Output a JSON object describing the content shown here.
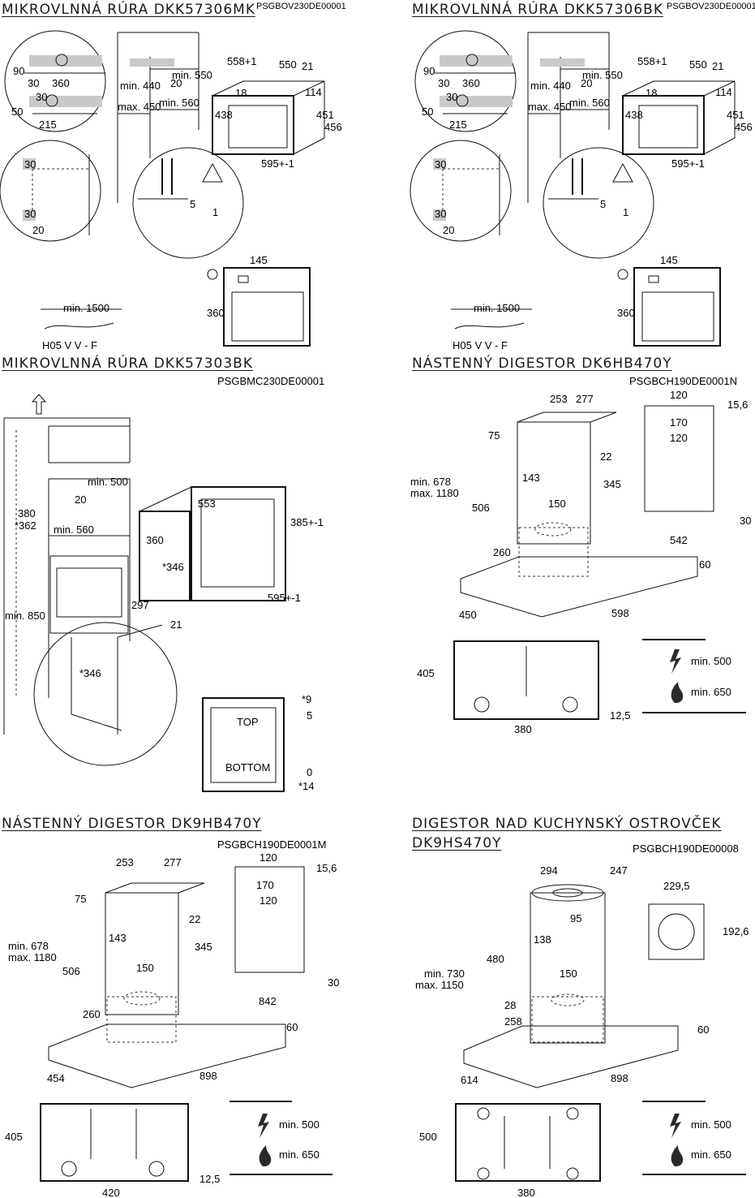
{
  "panels": [
    {
      "title": "MIKROVLNNÁ RÚRA DKK57306MK",
      "code": "PSGBOV230DE00001",
      "dims": [
        "90",
        "30",
        "360",
        "30",
        "50",
        "215",
        "30",
        "30",
        "20",
        "min. 440",
        "max. 450",
        "min. 550",
        "20",
        "min. 560",
        "558+1",
        "550",
        "21",
        "18",
        "114",
        "438",
        "451",
        "456",
        "595+-1",
        "5",
        "1",
        "145",
        "360",
        "min. 1500"
      ],
      "cable": "H05 V V - F"
    },
    {
      "title": "MIKROVLNNÁ RÚRA DKK57306BK",
      "code": "PSGBOV230DE00001",
      "dims": [
        "90",
        "30",
        "360",
        "30",
        "50",
        "215",
        "30",
        "30",
        "20",
        "min. 440",
        "max. 450",
        "min. 550",
        "20",
        "min. 560",
        "558+1",
        "550",
        "21",
        "18",
        "114",
        "438",
        "451",
        "456",
        "595+-1",
        "5",
        "1",
        "145",
        "360",
        "min. 1500"
      ],
      "cable": "H05 V V - F"
    },
    {
      "title": "MIKROVLNNÁ RÚRA DKK57303BK",
      "code": "PSGBMC230DE00001",
      "dims": [
        "380",
        "*362",
        "min. 500",
        "20",
        "min. 560",
        "min. 850",
        "553",
        "360",
        "*346",
        "385+-1",
        "297",
        "595+-1",
        "21",
        "*346",
        "*9",
        "5",
        "0",
        "*14"
      ],
      "labels": [
        "TOP",
        "BOTTOM"
      ]
    },
    {
      "title": "NÁSTENNÝ DIGESTOR DK6HB470Y",
      "code": "PSGBCH190DE0001N",
      "dims": [
        "253",
        "277",
        "75",
        "min. 678",
        "max. 1180",
        "143",
        "506",
        "150",
        "260",
        "450",
        "598",
        "60",
        "120",
        "15,6",
        "170",
        "120",
        "22",
        "345",
        "30",
        "542",
        "405",
        "380",
        "12,5",
        "min. 500",
        "min. 650"
      ]
    },
    {
      "title": "NÁSTENNÝ DIGESTOR DK9HB470Y",
      "code": "PSGBCH190DE0001M",
      "dims": [
        "253",
        "277",
        "75",
        "min. 678",
        "max. 1180",
        "143",
        "506",
        "150",
        "260",
        "454",
        "898",
        "60",
        "120",
        "15,6",
        "170",
        "120",
        "22",
        "345",
        "30",
        "842",
        "405",
        "420",
        "12,5",
        "min. 500",
        "min. 650"
      ]
    },
    {
      "title_line1": "DIGESTOR NAD KUCHYNSKÝ OSTROVČEK",
      "title_line2": "DK9HS470Y",
      "code": "PSGBCH190DE00008",
      "dims": [
        "294",
        "247",
        "min. 730",
        "max. 1150",
        "95",
        "138",
        "480",
        "150",
        "28",
        "258",
        "614",
        "898",
        "60",
        "229,5",
        "192,6",
        "500",
        "380",
        "min. 500",
        "min. 650"
      ]
    }
  ]
}
